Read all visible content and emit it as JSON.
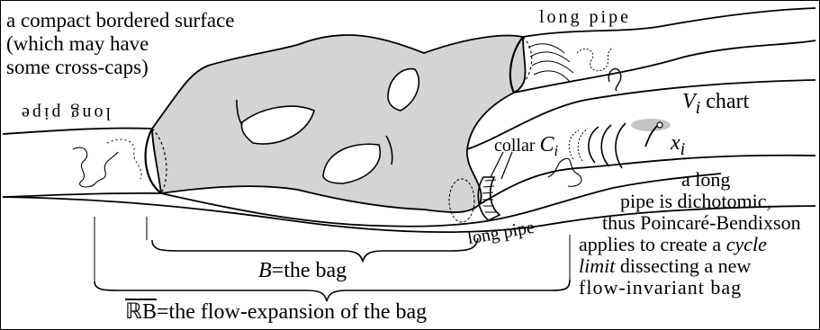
{
  "colors": {
    "surface_fill": "#d4d4d4",
    "ink": "#000000",
    "shade": "#c4c4c4"
  },
  "labels": {
    "surface_line1": "a compact bordered surface",
    "surface_line2": "(which may have",
    "surface_line3": "some cross-caps)",
    "long_pipe_top": "long pipe",
    "long_pipe_left": "long pipe",
    "long_pipe_bottom": "long pipe",
    "chart_var": "V",
    "chart_sub": "i",
    "chart_word": "chart",
    "collar_word": "collar",
    "collar_var": "C",
    "collar_sub": "i",
    "point_var": "x",
    "point_sub": "i",
    "note_line1": "a long",
    "note_line2": "pipe is dichotomic,",
    "note_line3": "thus Poincaré-Bendixson",
    "note_line4_a": "applies to create a",
    "note_line4_b": "cycle",
    "note_line5_a": "limit",
    "note_line5_b": "dissecting a new",
    "note_line6": "flow-invariant bag",
    "bag_var": "B",
    "bag_text": "=the bag",
    "expansion_var": "ℝB",
    "expansion_text": "=the flow-expansion of the bag"
  }
}
